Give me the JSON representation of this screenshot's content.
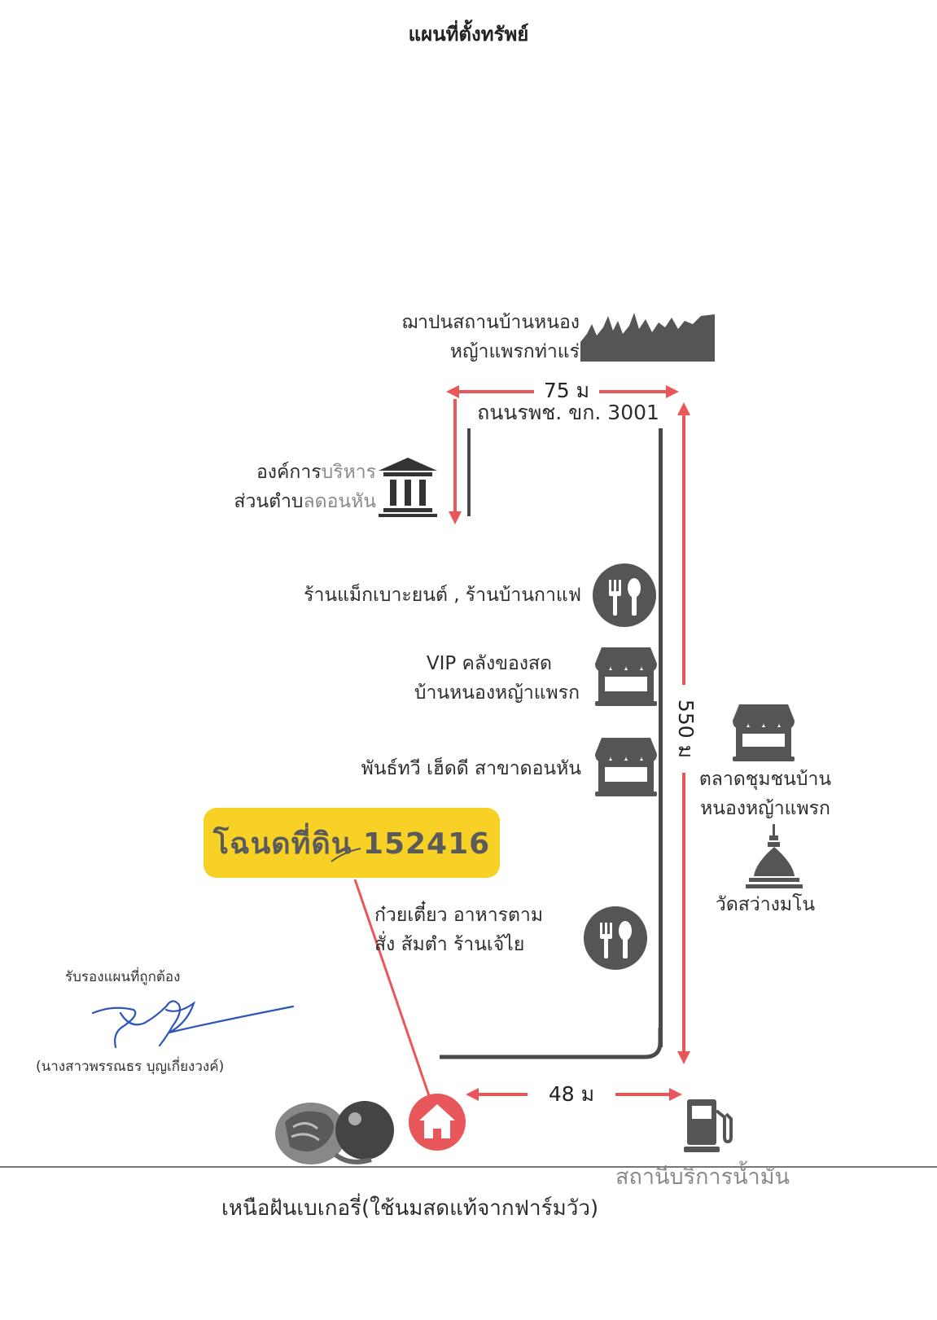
{
  "title": "แผนที่ตั้งทรัพย์",
  "landmarks": {
    "shrine": [
      "ฌาปนสถานบ้านหนอง",
      "หญ้าแพรกท่าแร่"
    ],
    "sao_dark": "องค์การ",
    "sao_light": "บริหาร",
    "sao_line2_dark": "ส่วนตำบ",
    "sao_line2_light": "ลดอนหัน",
    "cafe": "ร้านแม็กเบาะยนต์ , ร้านบ้านกาแฟ",
    "vip": [
      "VIP คลังของสด",
      "บ้านหนองหญ้าแพรก"
    ],
    "phantavee": "พันธ์ทวี เฮ็ดดี สาขาดอนหัน",
    "market": [
      "ตลาดชุมชนบ้าน",
      "หนองหญ้าแพรก"
    ],
    "temple": "วัดสว่างมโน",
    "noodle": [
      "ก๋วยเตี๋ยว อาหารตาม",
      "สั่ง ส้มตำ ร้านเจ้ไย"
    ],
    "gas": "สถานีบริการน้ำมัน",
    "bakery": "เหนือฝันเบเกอรี่(ใช้นมสดแท้จากฟาร์มวัว)"
  },
  "road": {
    "name": "ถนนรพช. ขก. 3001",
    "dist_top": "75 ม",
    "dist_vertical": "550 ม",
    "dist_bottom": "48 ม"
  },
  "deed": "โฉนดที่ดิน 152416",
  "certification": {
    "text": "รับรองแผนที่ถูกต้อง",
    "signer": "(นางสาวพรรณธร บุญเกี่ยงวงค์)"
  },
  "colors": {
    "road": "#4a4a4a",
    "arrow": "#e8585a",
    "highlight": "#f7d126",
    "house_marker": "#e8585a",
    "icon": "#555555",
    "signature": "#2f55b8"
  },
  "icons": [
    "forest-icon",
    "government-building-icon",
    "restaurant-icon",
    "shop-icon",
    "market-icon",
    "temple-icon",
    "gas-station-icon",
    "house-marker-icon",
    "bakery-logo"
  ]
}
